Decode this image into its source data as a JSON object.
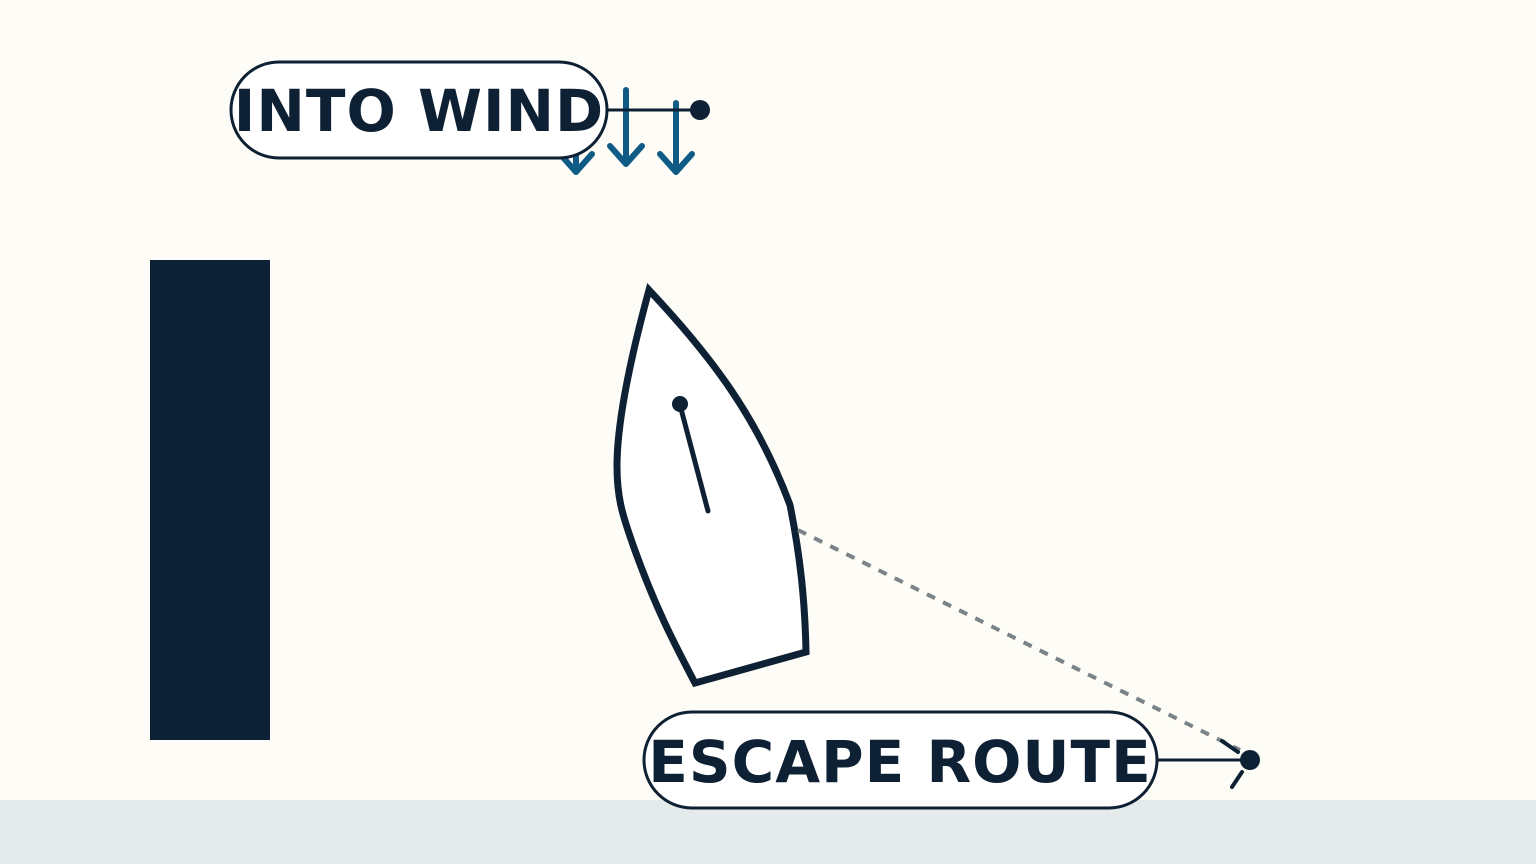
{
  "labels": {
    "into_wind": "INTO WIND",
    "escape_route": "ESCAPE ROUTE"
  },
  "colors": {
    "background": "#fdfcf6",
    "ink": "#0e2033",
    "wind_arrows": "#0f5b86",
    "route_line": "#7c8388",
    "water_strip": "#e5ebeb",
    "label_fill": "#ffffff"
  },
  "icons": {
    "wind": "down-arrow-icon",
    "boat": "sailboat-hull-icon",
    "dock": "dock-block",
    "route": "dashed-route-line"
  }
}
